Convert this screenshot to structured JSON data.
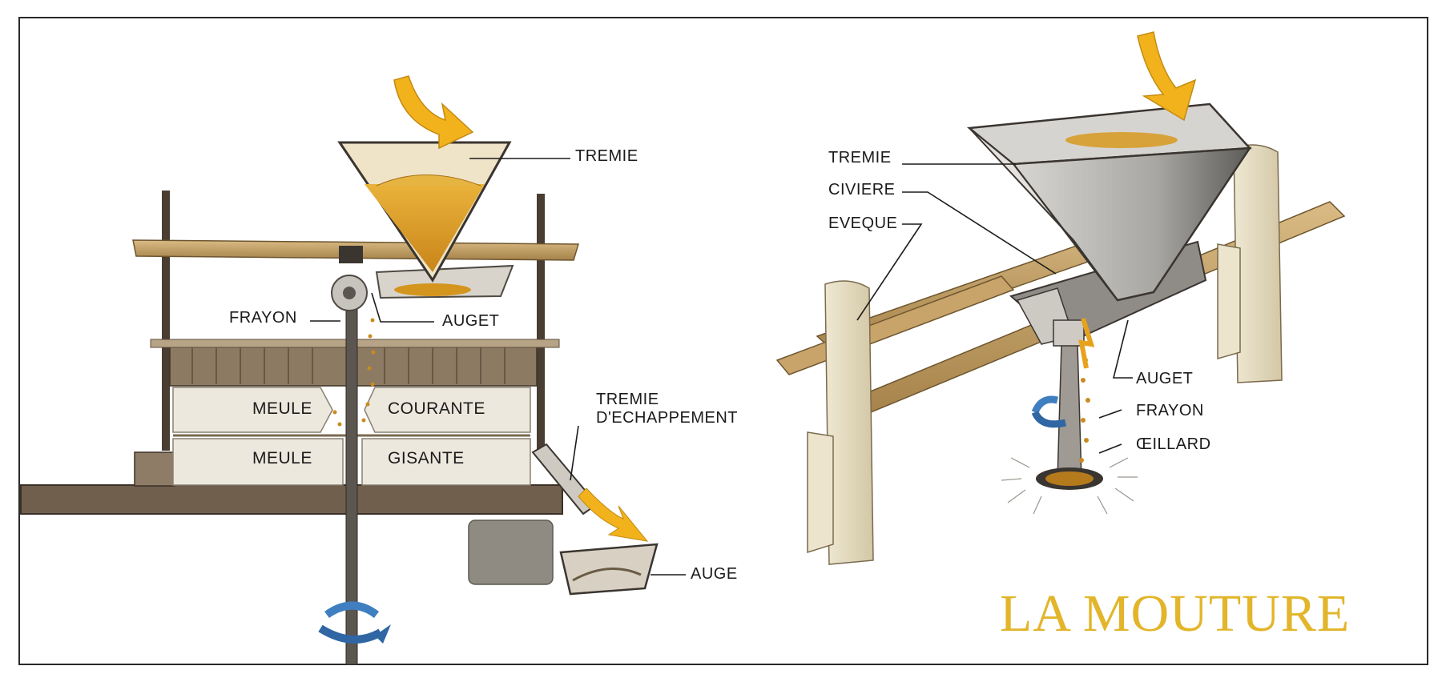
{
  "title": "LA MOUTURE",
  "colors": {
    "title": "#e2b52a",
    "arrow": "#f2b21c",
    "flour": "#d99a1e",
    "rotation_arrow": "#3f7fc0",
    "wood": "#c9a76e",
    "stone": "#ece8dd",
    "metal": "#bdbbb7"
  },
  "left_diagram": {
    "labels": {
      "tremie": "TREMIE",
      "frayon": "FRAYON",
      "auget": "AUGET",
      "meule_top_left": "MEULE",
      "courante": "COURANTE",
      "meule_bottom_left": "MEULE",
      "gisante": "GISANTE",
      "tremie_echappement_1": "TREMIE",
      "tremie_echappement_2": "D'ECHAPPEMENT",
      "auge": "AUGE"
    }
  },
  "right_diagram": {
    "labels": {
      "tremie": "TREMIE",
      "civiere": "CIVIERE",
      "eveque": "EVEQUE",
      "auget": "AUGET",
      "frayon": "FRAYON",
      "oeillard": "ŒILLARD"
    }
  }
}
